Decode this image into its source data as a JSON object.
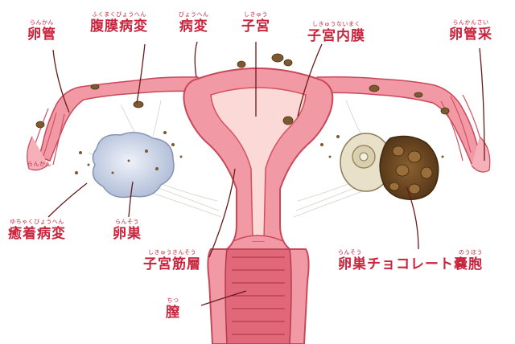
{
  "labels": {
    "rankan_left": {
      "text": "卵管",
      "furigana": "らんかん"
    },
    "fukumaku": {
      "text": "腹膜病変",
      "furigana": "ふくまくびょうへん"
    },
    "byouhen": {
      "text": "病変",
      "furigana": "びょうへん"
    },
    "shikyu": {
      "text": "子宮",
      "furigana": "しきゅう"
    },
    "shikyu_naimaku": {
      "text": "子宮内膜",
      "furigana": "しきゅうないまく"
    },
    "rankansai": {
      "text": "卵管采",
      "furigana": "らんかんさい"
    },
    "rankan_small": {
      "text": "",
      "furigana": "らんかん"
    },
    "yuchaku": {
      "text": "癒着病変",
      "furigana": "ゆちゃくびょうへん"
    },
    "ransou": {
      "text": "卵巣",
      "furigana": "らんそう"
    },
    "shikyu_kinsou": {
      "text": "子宮筋層",
      "furigana": "しきゅうきんそう"
    },
    "chocolate": {
      "text": "卵巣チョコレート嚢胞",
      "furigana_left": "らんそう",
      "furigana_right": "のうほう"
    },
    "chitsu": {
      "text": "膣",
      "furigana": "ちつ"
    }
  },
  "colors": {
    "label_text": "#c8243c",
    "leader_line": "#6a1a1a",
    "tissue_pink": "#f19aa5",
    "tissue_dark": "#d4505f",
    "endometrium": "#fbd9d6",
    "lesion_brown": "#7a5a2e",
    "ovary_blue": "#c9d3e6",
    "cyst_brown": "#6b4622"
  }
}
